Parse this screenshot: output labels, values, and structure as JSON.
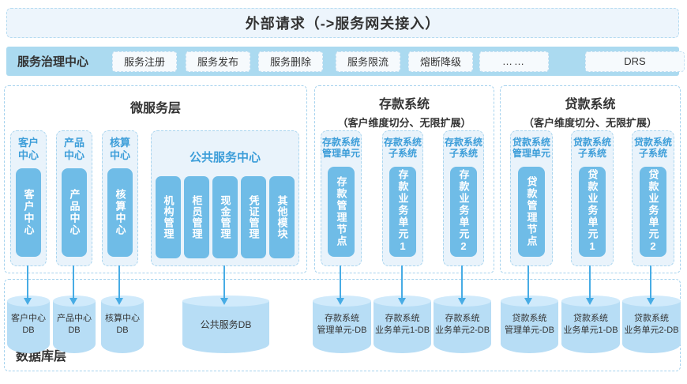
{
  "banner": {
    "title": "外部请求（->服务网关接入）"
  },
  "governance": {
    "label": "服务治理中心",
    "buttons": [
      "服务注册",
      "服务发布",
      "服务删除",
      "服务限流",
      "熔断降级",
      "……",
      "DRS"
    ]
  },
  "micro": {
    "title": "微服务层",
    "columns": [
      {
        "header": "客户\n中心",
        "bar": "客户中心"
      },
      {
        "header": "产品\n中心",
        "bar": "产品中心"
      },
      {
        "header": "核算\n中心",
        "bar": "核算中心"
      }
    ],
    "common": {
      "title": "公共服务中心",
      "bars": [
        "机构管理",
        "柜员管理",
        "现金管理",
        "凭证管理",
        "其他模块"
      ]
    }
  },
  "deposit": {
    "title": "存款系统",
    "subtitle": "（客户维度切分、无限扩展）",
    "columns": [
      {
        "header": "存款系统\n管理单元",
        "bar": "存款管理节点"
      },
      {
        "header": "存款系统\n子系统",
        "bar": "存款业务单元1"
      },
      {
        "header": "存款系统\n子系统",
        "bar": "存款业务单元2"
      }
    ]
  },
  "loan": {
    "title": "贷款系统",
    "subtitle": "（客户维度切分、无限扩展）",
    "columns": [
      {
        "header": "贷款系统\n管理单元",
        "bar": "贷款管理节点"
      },
      {
        "header": "贷款系统\n子系统",
        "bar": "贷款业务单元1"
      },
      {
        "header": "贷款系统\n子系统",
        "bar": "贷款业务单元2"
      }
    ]
  },
  "database": {
    "label": "数据库层",
    "cylinders": [
      {
        "line1": "客户中心",
        "line2": "DB"
      },
      {
        "line1": "产品中心",
        "line2": "DB"
      },
      {
        "line1": "核算中心",
        "line2": "DB"
      },
      {
        "line1": "公共服务DB",
        "line2": ""
      },
      {
        "line1": "存款系统",
        "line2": "管理单元-DB"
      },
      {
        "line1": "存款系统",
        "line2": "业务单元1-DB"
      },
      {
        "line1": "存款系统",
        "line2": "业务单元2-DB"
      },
      {
        "line1": "贷款系统",
        "line2": "管理单元-DB"
      },
      {
        "line1": "贷款系统",
        "line2": "业务单元1-DB"
      },
      {
        "line1": "贷款系统",
        "line2": "业务单元2-DB"
      }
    ]
  },
  "colors": {
    "accent_blue": "#6fbce7",
    "bar_blue": "#abdaf0",
    "header_text_blue": "#3d9ed9",
    "cylinder_blue": "#b7ddf5",
    "arrow_blue": "#47ace5"
  }
}
